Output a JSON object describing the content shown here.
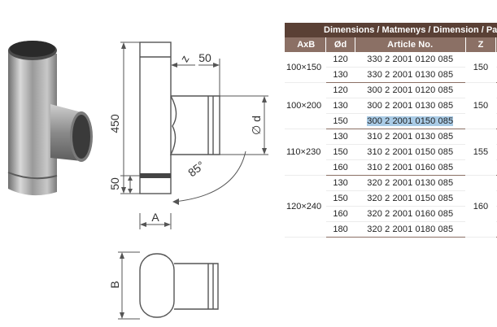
{
  "drawing": {
    "dim_450": "450",
    "dim_50_bottom": "50",
    "dim_z": "z",
    "dim_50_top": "50",
    "dim_d": "∅ d",
    "dim_angle": "85°",
    "dim_A": "A",
    "dim_B": "B"
  },
  "table": {
    "title": "Dimensions / Matmenys / Dimension / Разме",
    "headers": [
      "AxB",
      "Ød",
      "Article No.",
      "Z"
    ],
    "highlighted_article": "300 2 2001 0150 085",
    "groups": [
      {
        "axb": "100×150",
        "z": "150",
        "rows": [
          {
            "od": "120",
            "article": "330 2 2001 0120 085"
          },
          {
            "od": "130",
            "article": "330 2 2001 0130 085"
          }
        ]
      },
      {
        "axb": "100×200",
        "z": "150",
        "rows": [
          {
            "od": "120",
            "article": "300 2 2001 0120 085"
          },
          {
            "od": "130",
            "article": "300 2 2001 0130 085"
          },
          {
            "od": "150",
            "article": "300 2 2001 0150 085"
          }
        ]
      },
      {
        "axb": "110×230",
        "z": "155",
        "rows": [
          {
            "od": "130",
            "article": "310 2 2001 0130 085"
          },
          {
            "od": "150",
            "article": "310 2 2001 0150 085"
          },
          {
            "od": "160",
            "article": "310 2 2001 0160 085"
          }
        ]
      },
      {
        "axb": "120×240",
        "z": "160",
        "rows": [
          {
            "od": "130",
            "article": "320 2 2001 0130 085"
          },
          {
            "od": "150",
            "article": "320 2 2001 0150 085"
          },
          {
            "od": "160",
            "article": "320 2 2001 0160 085"
          },
          {
            "od": "180",
            "article": "320 2 2001 0180 085"
          }
        ]
      }
    ]
  },
  "colors": {
    "table_title_bg": "#5a4035",
    "table_header_bg": "#8b7065",
    "highlight": "#a9cbe6",
    "drawing_stroke": "#555555"
  }
}
